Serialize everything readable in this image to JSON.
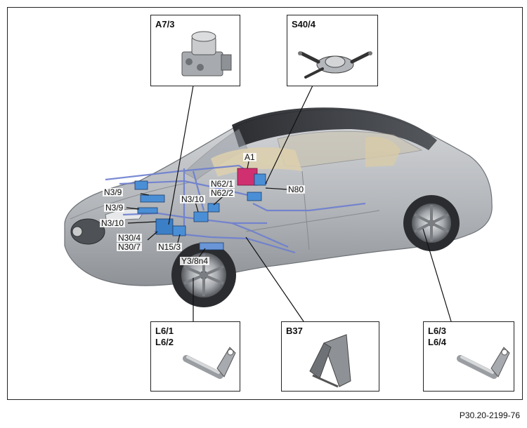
{
  "figure_ref": "P30.20-2199-76",
  "callouts": {
    "a7_3": {
      "label": "A7/3",
      "icon": "hydraulic-unit-icon"
    },
    "s40_4": {
      "label": "S40/4",
      "icon": "steering-column-switch-icon"
    },
    "l6_1": {
      "label_1": "L6/1",
      "label_2": "L6/2",
      "icon": "rpm-sensor-icon"
    },
    "b37": {
      "label": "B37",
      "icon": "accelerator-pedal-icon"
    },
    "l6_3": {
      "label_1": "L6/3",
      "label_2": "L6/4",
      "icon": "rpm-sensor-icon"
    }
  },
  "car_labels": {
    "n3_9_a": "N3/9",
    "n3_9_b": "N3/9",
    "n3_10_a": "N3/10",
    "n3_10_b": "N3/10",
    "n30_4": "N30/4",
    "n30_7": "N30/7",
    "n15_3": "N15/3",
    "n62_1": "N62/1",
    "n62_2": "N62/2",
    "a1": "A1",
    "n80": "N80",
    "y3_8n4": "Y3/8n4"
  },
  "colors": {
    "frame": "#222222",
    "car_body": "#b9bcc0",
    "glass": "#3a3d42",
    "components": "#4a8fd6",
    "wiring": "#6d7fd0",
    "instrument": "#d03070"
  }
}
